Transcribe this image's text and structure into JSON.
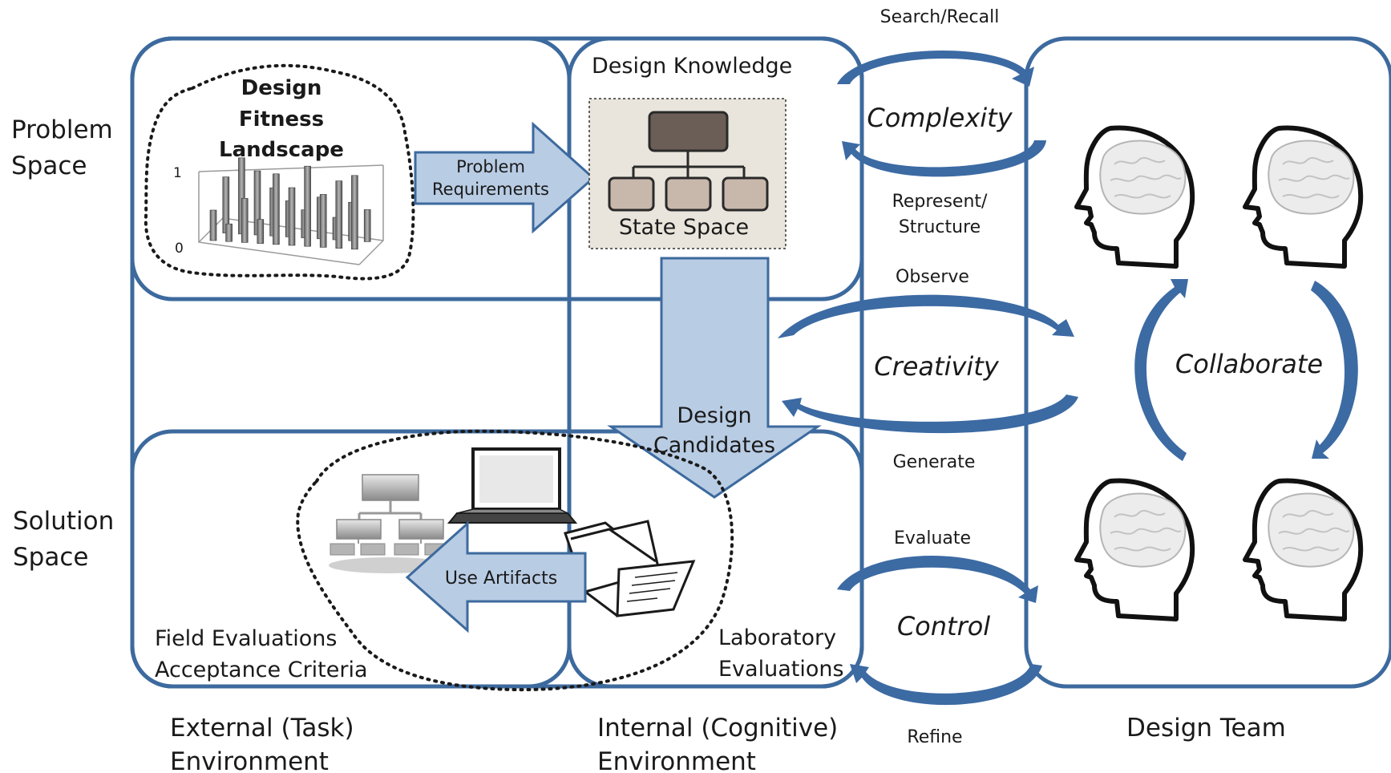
{
  "rows": {
    "problem": [
      "Problem",
      "Space"
    ],
    "solution": [
      "Solution",
      "Space"
    ]
  },
  "columns": {
    "external": [
      "External  (Task)",
      "Environment"
    ],
    "internal": [
      "Internal  (Cognitive)",
      "Environment"
    ],
    "team": "Design Team"
  },
  "landscape": {
    "title": [
      "Design",
      "Fitness",
      "Landscape"
    ],
    "y_top": "1",
    "y_bottom": "0"
  },
  "arrows": {
    "problem_requirements": [
      "Problem",
      "Requirements"
    ],
    "design_candidates": [
      "Design",
      "Candidates"
    ],
    "use_artifacts": "Use Artifacts"
  },
  "knowledge": {
    "title": "Design Knowledge",
    "state_space": "State Space"
  },
  "solution": {
    "field": [
      "Field Evaluations",
      "Acceptance Criteria"
    ],
    "lab": [
      "Laboratory",
      "Evaluations"
    ]
  },
  "processes": {
    "search_recall": "Search/Recall",
    "complexity": "Complexity",
    "represent": [
      "Represent/",
      "Structure"
    ],
    "observe": "Observe",
    "creativity": "Creativity",
    "generate": "Generate",
    "evaluate": "Evaluate",
    "control": "Control",
    "refine": "Refine",
    "collaborate": "Collaborate"
  },
  "colors": {
    "frame": "#3d6a9e",
    "arrow_fill": "#b8cce4",
    "loop": "#3c6aa3",
    "panel": "#e9e5dc",
    "node": "#6b5e56"
  }
}
